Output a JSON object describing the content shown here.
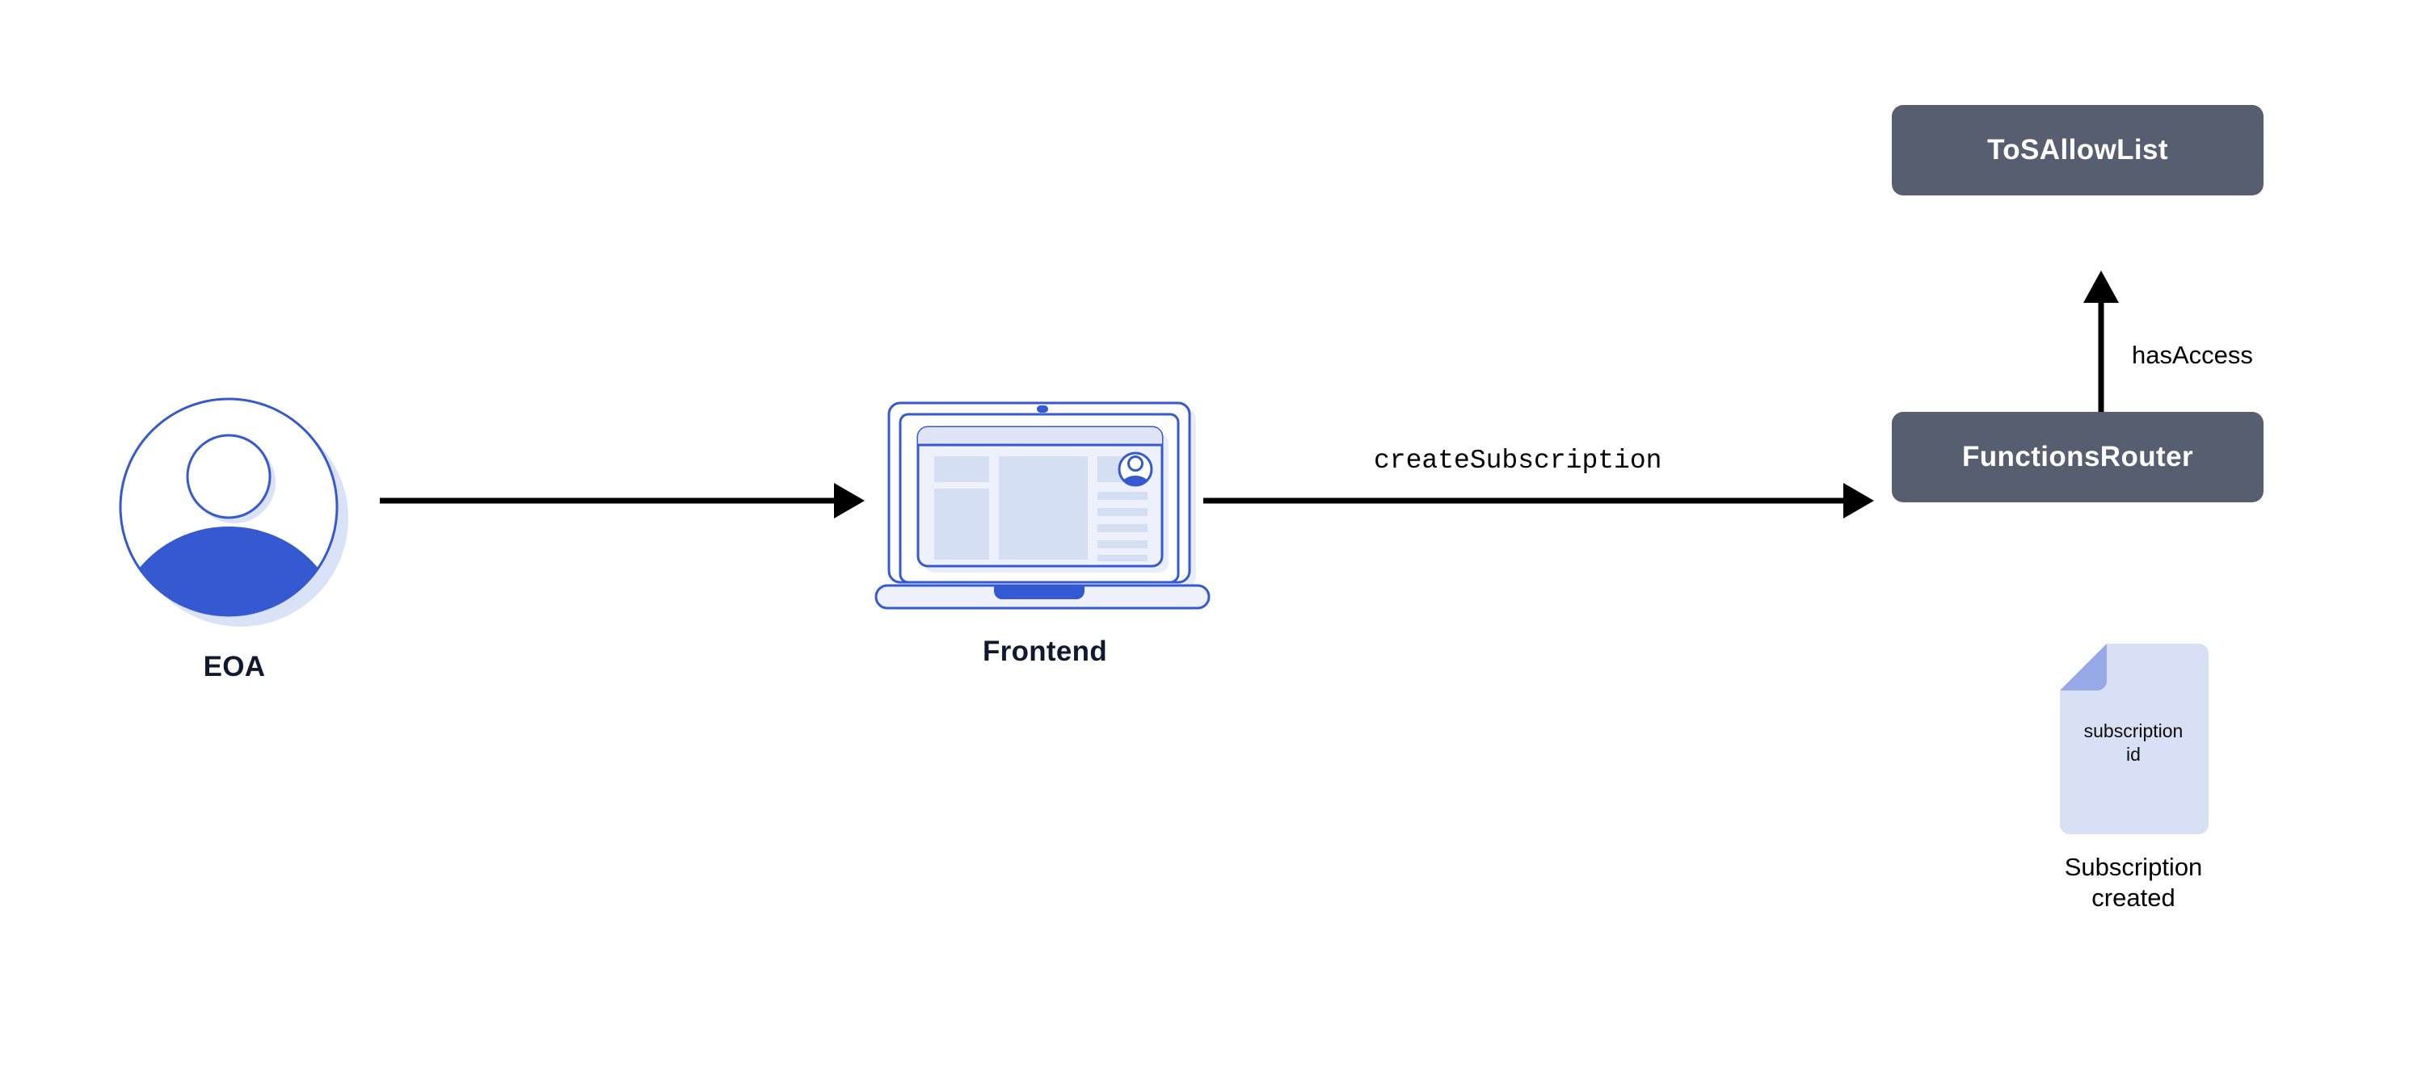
{
  "diagram": {
    "title": "Chainlink Functions subscription creation flow",
    "background": "#ffffff",
    "colors": {
      "contract_box_fill": "#575e70",
      "contract_box_text": "#ffffff",
      "accent_blue": "#3559d0",
      "light_blue": "#d8e0f5",
      "mid_blue": "#97a9e8",
      "label_dark": "#101a2e",
      "edge_black": "#000000"
    }
  },
  "nodes": {
    "eoa": {
      "label": "EOA",
      "icon": "user-avatar-icon"
    },
    "frontend": {
      "label": "Frontend",
      "icon": "laptop-icon"
    },
    "tos_allowlist": {
      "label": "ToSAllowList",
      "shape": "rounded-rectangle"
    },
    "functions_router": {
      "label": "FunctionsRouter",
      "shape": "rounded-rectangle"
    },
    "subscription_doc": {
      "icon": "document-icon",
      "icon_text_line1": "subscription",
      "icon_text_line2": "id",
      "caption_line1": "Subscription",
      "caption_line2": "created"
    }
  },
  "edges": [
    {
      "id": "eoa-to-frontend",
      "from": "eoa",
      "to": "frontend",
      "label": "",
      "direction": "right"
    },
    {
      "id": "frontend-to-functions-router",
      "from": "frontend",
      "to": "functions_router",
      "label": "createSubscription",
      "direction": "right",
      "font": "monospace"
    },
    {
      "id": "functions-router-to-tos-allowlist",
      "from": "functions_router",
      "to": "tos_allowlist",
      "label": "hasAccess",
      "direction": "up",
      "font": "sans-serif"
    }
  ]
}
